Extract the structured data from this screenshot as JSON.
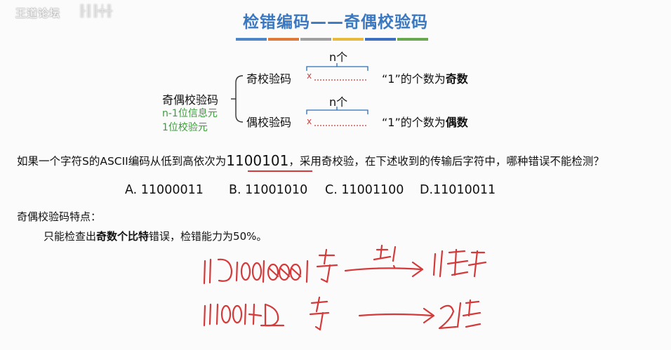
{
  "watermark": {
    "text": "王道论坛"
  },
  "title": "检错编码——奇偶校验码",
  "colors": {
    "title": "#3a78c2",
    "bars": [
      "#4c86c8",
      "#e07a3a",
      "#a0a0a0",
      "#e8b93a",
      "#3c6fc0",
      "#6aa84f"
    ],
    "ink": "#d43a3a",
    "green_note": "#3d9a3d"
  },
  "diagram": {
    "root_label": "奇偶校验码",
    "info_bits_label": "n-1位信息元",
    "check_bit_label": "1位校验元",
    "odd": {
      "branch_label": "奇校验码",
      "x_mark": "x",
      "n_label": "n个",
      "rule_text": "“1”的个数为",
      "rule_emphasis": "奇数"
    },
    "even": {
      "branch_label": "偶校验码",
      "x_mark": "x",
      "n_label": "n个",
      "rule_text": "“1”的个数为",
      "rule_emphasis": "偶数"
    }
  },
  "question": {
    "prefix": "如果一个字符S的ASCII编码从低到高依次为",
    "code": "1100101",
    "suffix": "，采用奇校验，在下述收到的传输后字符中，哪种错误不能检测？"
  },
  "options": [
    "A. 11000011",
    "B. 11001010",
    "C. 11001100",
    "D.11010011"
  ],
  "features": {
    "heading": "奇偶校验码特点：",
    "line_prefix": "只能检查出",
    "line_emphasis": "奇数个比特",
    "line_suffix": "错误，检错能力为50%。"
  }
}
